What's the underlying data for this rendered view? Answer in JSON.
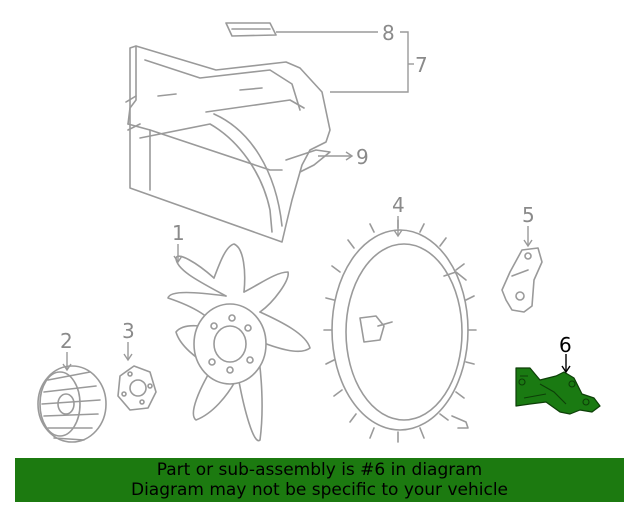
{
  "callouts": {
    "c1": "1",
    "c2": "2",
    "c3": "3",
    "c4": "4",
    "c5": "5",
    "c6": "6",
    "c7": "7",
    "c8": "8",
    "c9": "9"
  },
  "highlighted_part": "6",
  "colors": {
    "highlight": "#1a7a12",
    "banner": "#1c7a10",
    "linework": "#9a9a9a"
  },
  "banner": {
    "line1": "Part or sub-assembly is #6 in diagram",
    "line2": "Diagram may not be specific to your vehicle"
  }
}
